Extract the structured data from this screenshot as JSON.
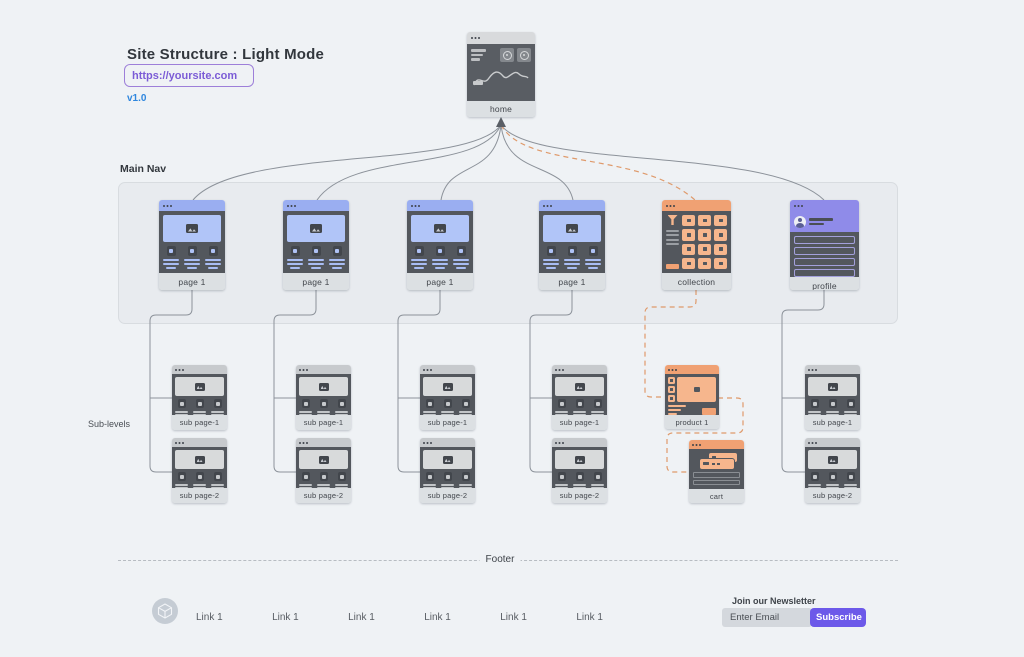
{
  "header": {
    "title": "Site Structure : Light Mode",
    "url": "https://yoursite.com",
    "version": "v1.0"
  },
  "labels": {
    "main_nav": "Main Nav",
    "sub_levels": "Sub-levels",
    "footer": "Footer"
  },
  "home": {
    "label": "home"
  },
  "nav": {
    "pages": [
      {
        "label": "page 1",
        "type": "page"
      },
      {
        "label": "page 1",
        "type": "page"
      },
      {
        "label": "page 1",
        "type": "page"
      },
      {
        "label": "page 1",
        "type": "page"
      },
      {
        "label": "collection",
        "type": "collection"
      },
      {
        "label": "profile",
        "type": "profile"
      }
    ]
  },
  "sublevels": {
    "columns": [
      {
        "items": [
          "sub page-1",
          "sub page-2"
        ]
      },
      {
        "items": [
          "sub page-1",
          "sub page-2"
        ]
      },
      {
        "items": [
          "sub page-1",
          "sub page-2"
        ]
      },
      {
        "items": [
          "sub page-1",
          "sub page-2"
        ]
      },
      {
        "items": [
          "product 1",
          "cart"
        ]
      },
      {
        "items": [
          "sub page-1",
          "sub page-2"
        ]
      }
    ]
  },
  "footer": {
    "links": [
      "Link 1",
      "Link 1",
      "Link 1",
      "Link 1",
      "Link 1",
      "Link 1"
    ],
    "newsletter": {
      "heading": "Join our Newsletter",
      "email_placeholder": "Enter Email",
      "subscribe_label": "Subscribe"
    }
  },
  "colors": {
    "canvas_bg": "#EFF2F5",
    "node_body": "#53575D",
    "page_header_blue": "#9AAEF1",
    "page_hero_blue": "#B1C5F8",
    "collection_orange": "#F0A173",
    "collection_item_orange": "#F6B68D",
    "profile_purple": "#8F8BE9",
    "sub_gray": "#C7CACD",
    "url_purple": "#7B5CD6",
    "version_blue": "#2E86DE",
    "subscribe_purple": "#6C59E9",
    "wire_gray": "#8C929A",
    "wire_dashed_orange": "#DF9A6B"
  }
}
